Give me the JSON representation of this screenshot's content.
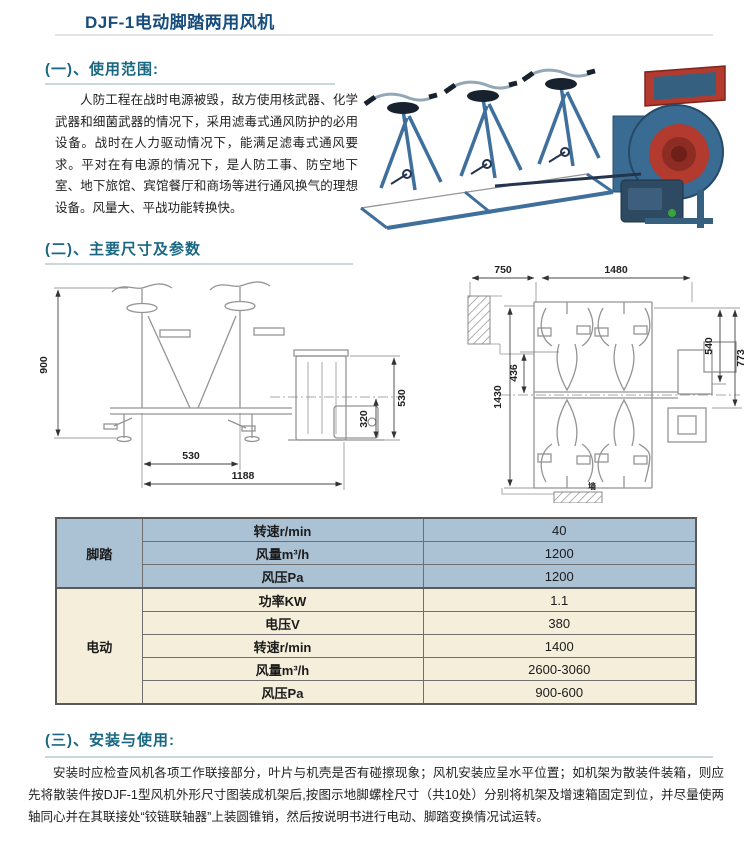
{
  "page": {
    "title": "DJF-1电动脚踏两用风机"
  },
  "sections": {
    "s1": {
      "heading": "(一)、使用范围:",
      "body": "人防工程在战时电源被毁，敌方使用核武器、化学武器和细菌武器的情况下，采用滤毒式通风防护的必用设备。战时在人力驱动情况下，能满足滤毒式通风要求。平对在有电源的情况下，是人防工事、防空地下室、地下旅馆、宾馆餐厅和商场等进行通风换气的理想设备。风量大、平战功能转换快。"
    },
    "s2": {
      "heading": "(二)、主要尺寸及参数"
    },
    "s3": {
      "heading": "(三)、安装与使用:",
      "body": "安装时应检查风机各项工作联接部分，叶片与机壳是否有碰擦现象；风机安装应呈水平位置；如机架为散装件装箱，则应先将散装件按DJF-1型风机外形尺寸图装成机架后,按图示地脚螺栓尺寸（共10处）分别将机架及增速箱固定到位，并尽量使两轴同心并在其联接处“铰链联轴器”上装圆锥销，然后按说明书进行电动、脚踏变换情况试运转。"
    }
  },
  "drawings": {
    "left": {
      "height": "900",
      "fan_height": "530",
      "fan_offset": "320",
      "seat_span": "530",
      "total_length": "1188"
    },
    "right": {
      "wall_offset": "750",
      "width": "1480",
      "depth_inner": "540",
      "depth_outer": "773",
      "inner_height": "436",
      "total_height": "1430",
      "wall_label": "墙"
    }
  },
  "table": {
    "groups": [
      {
        "label": "脚踏",
        "rows": [
          {
            "param": "转速r/min",
            "value": "40"
          },
          {
            "param": "风量m³/h",
            "value": "1200"
          },
          {
            "param": "风压Pa",
            "value": "1200"
          }
        ]
      },
      {
        "label": "电动",
        "rows": [
          {
            "param": "功率KW",
            "value": "1.1"
          },
          {
            "param": "电压V",
            "value": "380"
          },
          {
            "param": "转速r/min",
            "value": "1400"
          },
          {
            "param": "风量m³/h",
            "value": "2600-3060"
          },
          {
            "param": "风压Pa",
            "value": "900-600"
          }
        ]
      }
    ]
  },
  "colors": {
    "title": "#164d7d",
    "section_heading": "#1a6783",
    "table_blue": "#abc1d4",
    "table_cream": "#f5eeda",
    "fan_blue": "#3a6b92",
    "fan_red": "#b23a2e"
  }
}
